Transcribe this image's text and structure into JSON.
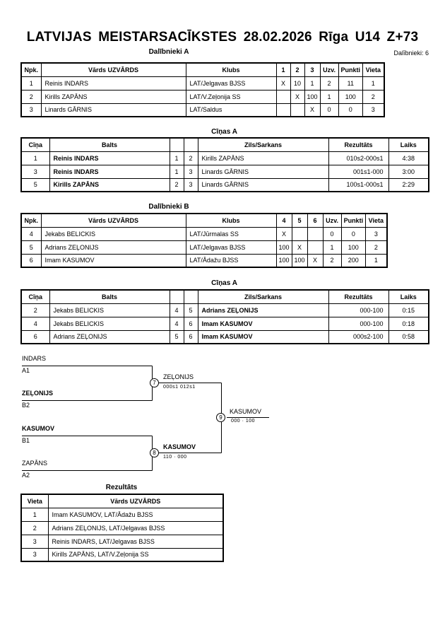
{
  "page": {
    "title": "LATVIJAS MEISTARSACĪKSTES 28.02.2026 Rīga U14 Z+73",
    "participants_count": "Dalībnieki: 6"
  },
  "participants_a": {
    "heading": "Dalībnieki A",
    "headers": {
      "npk": "Npk.",
      "name": "Vārds UZVĀRDS",
      "club": "Klubs",
      "c1": "1",
      "c2": "2",
      "c3": "3",
      "wins": "Uzv.",
      "points": "Punkti",
      "place": "Vieta"
    },
    "rows": [
      {
        "npk": "1",
        "name": "Reinis INDARS",
        "club": "LAT/Jelgavas BJSS",
        "c1": "X",
        "c2": "10",
        "c3": "1",
        "wins": "2",
        "points": "11",
        "place": "1"
      },
      {
        "npk": "2",
        "name": "Kirills ZAPĀNS",
        "club": "LAT/V.Zeļonija SS",
        "c1": "",
        "c2": "X",
        "c3": "100",
        "wins": "1",
        "points": "100",
        "place": "2"
      },
      {
        "npk": "3",
        "name": "Linards GĀRNIS",
        "club": "LAT/Saldus",
        "c1": "",
        "c2": "",
        "c3": "X",
        "wins": "0",
        "points": "0",
        "place": "3"
      }
    ]
  },
  "fights_a": {
    "heading": "Cīņas A",
    "headers": {
      "fight": "Cīņa",
      "white": "Balts",
      "blue": "Zils/Sarkans",
      "result": "Rezultāts",
      "time": "Laiks"
    },
    "rows": [
      {
        "fight": "1",
        "white": "Reinis INDARS",
        "wn": "1",
        "bn": "2",
        "blue": "Kirills ZAPĀNS",
        "result": "010s2-000s1",
        "time": "4:38"
      },
      {
        "fight": "3",
        "white": "Reinis INDARS",
        "wn": "1",
        "bn": "3",
        "blue": "Linards GĀRNIS",
        "result": "001s1-000",
        "time": "3:00"
      },
      {
        "fight": "5",
        "white": "Kirills ZAPĀNS",
        "wn": "2",
        "bn": "3",
        "blue": "Linards GĀRNIS",
        "result": "100s1-000s1",
        "time": "2:29"
      }
    ]
  },
  "participants_b": {
    "heading": "Dalībnieki B",
    "headers": {
      "npk": "Npk.",
      "name": "Vārds UZVĀRDS",
      "club": "Klubs",
      "c1": "4",
      "c2": "5",
      "c3": "6",
      "wins": "Uzv.",
      "points": "Punkti",
      "place": "Vieta"
    },
    "rows": [
      {
        "npk": "4",
        "name": "Jekabs BELICKIS",
        "club": "LAT/Jūrmalas SS",
        "c1": "X",
        "c2": "",
        "c3": "",
        "wins": "0",
        "points": "0",
        "place": "3"
      },
      {
        "npk": "5",
        "name": "Adrians ZEĻONIJS",
        "club": "LAT/Jelgavas BJSS",
        "c1": "100",
        "c2": "X",
        "c3": "",
        "wins": "1",
        "points": "100",
        "place": "2"
      },
      {
        "npk": "6",
        "name": "Imam KASUMOV",
        "club": "LAT/Ādažu BJSS",
        "c1": "100",
        "c2": "100",
        "c3": "X",
        "wins": "2",
        "points": "200",
        "place": "1"
      }
    ]
  },
  "fights_b": {
    "heading": "Cīņas A",
    "headers": {
      "fight": "Cīņa",
      "white": "Balts",
      "blue": "Zils/Sarkans",
      "result": "Rezultāts",
      "time": "Laiks"
    },
    "rows": [
      {
        "fight": "2",
        "white": "Jekabs BELICKIS",
        "wn": "4",
        "bn": "5",
        "blue": "Adrians ZEĻONIJS",
        "result": "000-100",
        "time": "0:15"
      },
      {
        "fight": "4",
        "white": "Jekabs BELICKIS",
        "wn": "4",
        "bn": "6",
        "blue": "Imam KASUMOV",
        "result": "000-100",
        "time": "0:18"
      },
      {
        "fight": "6",
        "white": "Adrians ZEĻONIJS",
        "wn": "5",
        "bn": "6",
        "blue": "Imam KASUMOV",
        "result": "000s2-100",
        "time": "0:58"
      }
    ]
  },
  "bracket": {
    "entries": [
      {
        "name": "INDARS",
        "seed": "A1"
      },
      {
        "name": "ZEĻONIJS",
        "seed": "B2"
      },
      {
        "name": "KASUMOV",
        "seed": "B1"
      },
      {
        "name": "ZAPĀNS",
        "seed": "A2"
      }
    ],
    "matches": [
      {
        "num": "7",
        "winner": "ZEĻONIJS",
        "score": "000s1  012s1"
      },
      {
        "num": "8",
        "winner": "KASUMOV",
        "score": "110 · 000"
      },
      {
        "num": "9",
        "winner": "KASUMOV",
        "score": "000 · 100"
      }
    ]
  },
  "results": {
    "heading": "Rezultāts",
    "headers": {
      "place": "Vieta",
      "name": "Vārds UZVĀRDS"
    },
    "rows": [
      {
        "place": "1",
        "name": "Imam KASUMOV, LAT/Ādažu BJSS"
      },
      {
        "place": "2",
        "name": "Adrians ZEĻONIJS, LAT/Jelgavas BJSS"
      },
      {
        "place": "3",
        "name": "Reinis INDARS, LAT/Jelgavas BJSS"
      },
      {
        "place": "3",
        "name": "Kirills ZAPĀNS, LAT/V.Zeļonija SS"
      }
    ]
  }
}
